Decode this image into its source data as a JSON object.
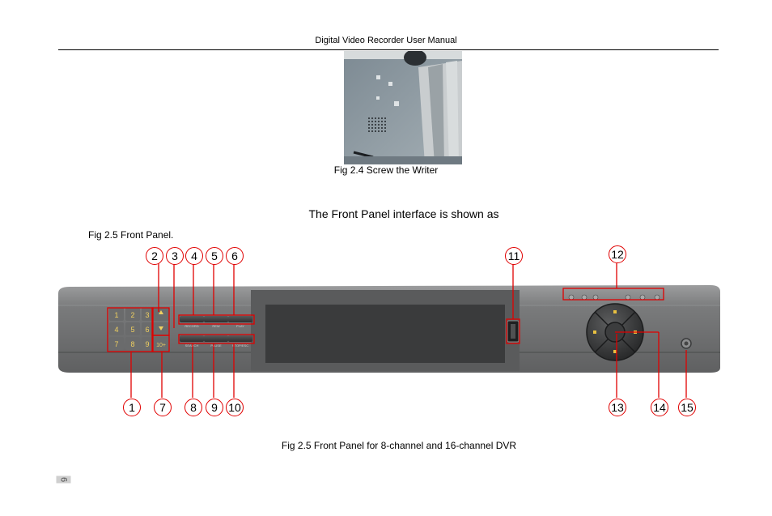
{
  "header": {
    "title": "Digital Video Recorder User Manual"
  },
  "figures": {
    "fig24_caption": "Fig 2.4 Screw the Writer",
    "intro_text": "The Front Panel interface is shown as",
    "fig25_label": "Fig 2.5 Front Panel.",
    "fig25_caption": "Fig 2.5 Front Panel for 8-channel and 16-channel DVR"
  },
  "panel": {
    "keypad": [
      "1",
      "2",
      "3",
      "4",
      "5",
      "6",
      "7",
      "8",
      "9",
      "10+"
    ],
    "buttons_top": [
      "RECORD",
      "REW",
      "PLAY"
    ],
    "buttons_bottom": [
      "SEARCH",
      "PAUSE",
      "STOP/ESC"
    ]
  },
  "callouts": [
    "1",
    "2",
    "3",
    "4",
    "5",
    "6",
    "7",
    "8",
    "9",
    "10",
    "11",
    "12",
    "13",
    "14",
    "15"
  ],
  "page_number": "6"
}
